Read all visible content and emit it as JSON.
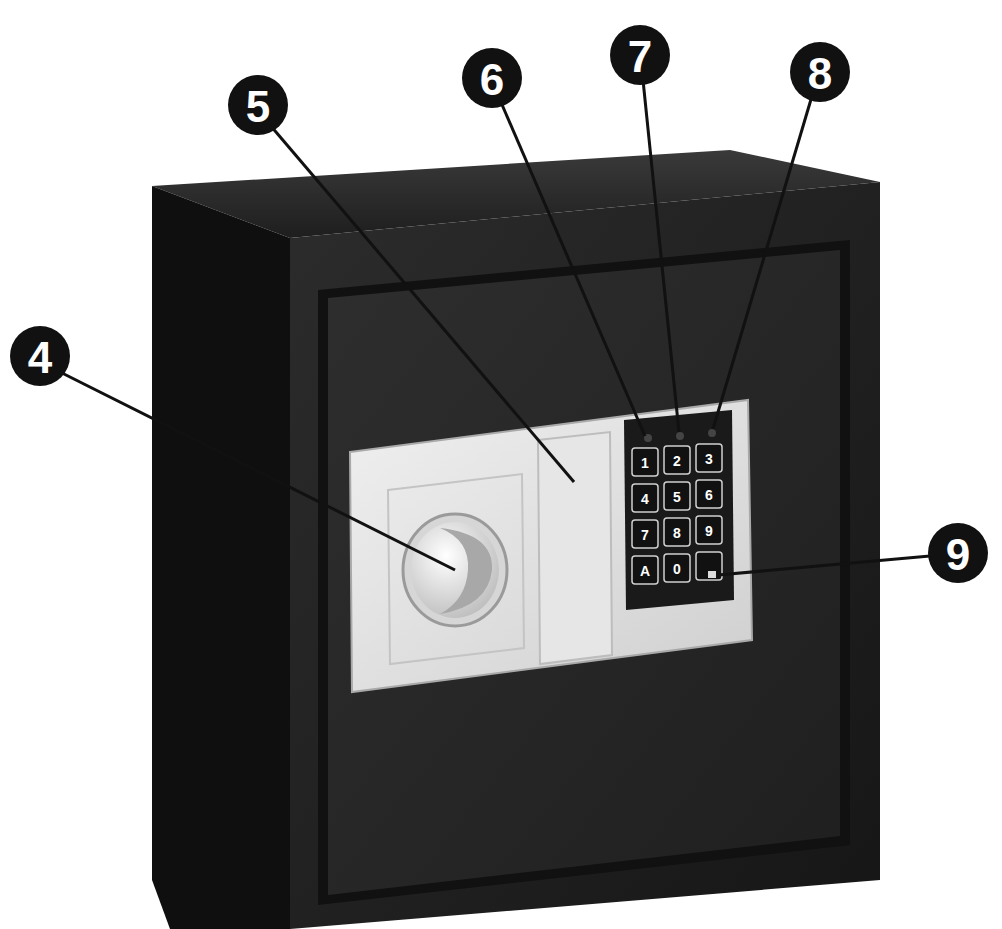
{
  "diagram": {
    "labels": [
      "5",
      "6",
      "7",
      "8",
      "4",
      "1",
      "2",
      "3",
      "4",
      "5",
      "6",
      "7",
      "8",
      "9",
      "A",
      "0",
      "9"
    ]
  }
}
